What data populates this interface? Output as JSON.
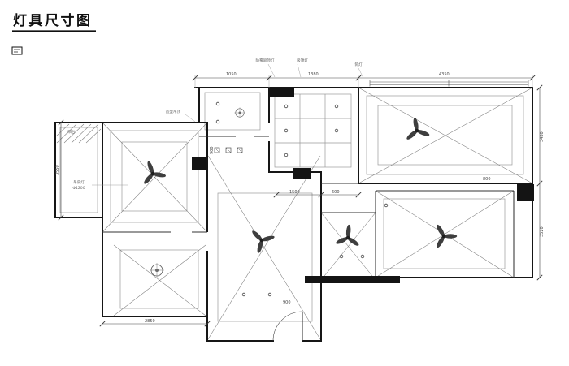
{
  "title": "灯具尺寸图",
  "colors": {
    "wall": "#161616",
    "detail_gray": "#9a9a9a",
    "background": "#ffffff"
  },
  "icons": {
    "ceiling_fan": "three-blade-fan",
    "ceiling_lamp": "circle-with-cross",
    "downlight": "small-circle",
    "square_light": "small-square",
    "column": "filled-black-square",
    "legend_stamp": "small-title-stamp",
    "door": "quarter-arc-swing"
  },
  "labels": {
    "leader1": "防雾吸顶灯",
    "leader2": "吸顶灯",
    "leader3": "筒灯",
    "note_ceiling": "造型吊顶",
    "note_fan": "吊扇灯",
    "note_fan2": "Φ1200",
    "balcony": "阳台",
    "dim_top1": "1050",
    "dim_top2": "1380",
    "dim_top3": "4350",
    "dim_right1": "3480",
    "dim_right2": "3520",
    "dim_left1": "3550",
    "dim_bottom1": "2850",
    "dim_mid1": "900",
    "dim_mid2": "1500",
    "dim_mid3": "600",
    "dim_small1": "800",
    "dim_small2": "900"
  }
}
